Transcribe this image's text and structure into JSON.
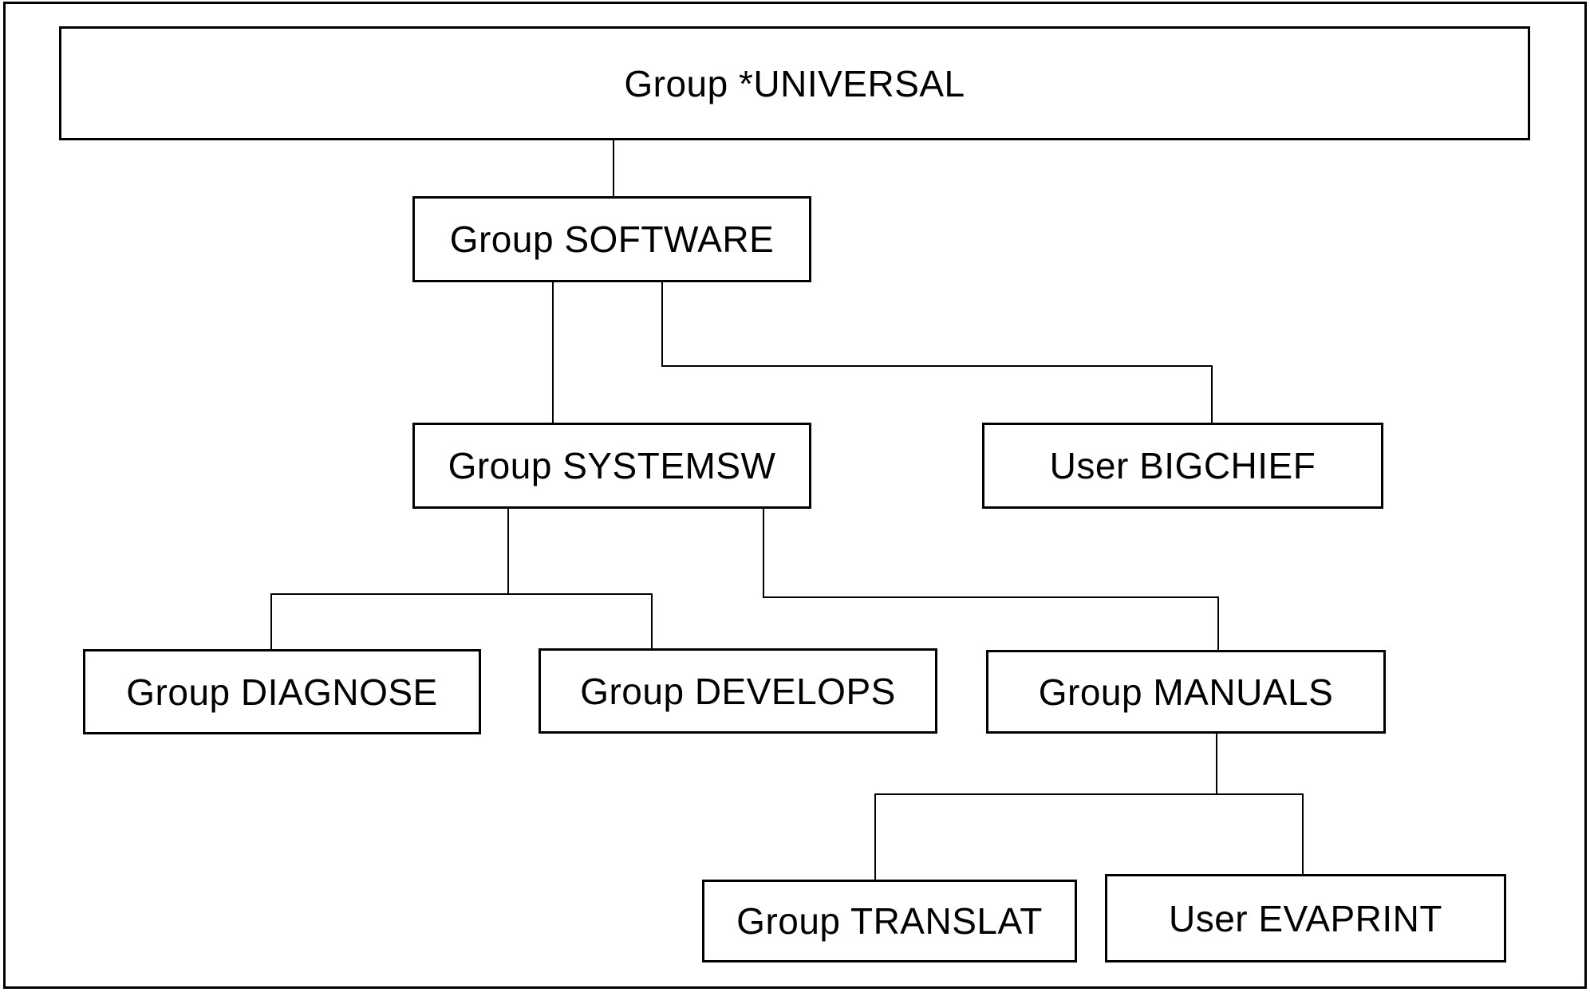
{
  "diagram": {
    "nodes": [
      {
        "label": "Group *UNIVERSAL"
      },
      {
        "label": "Group SOFTWARE"
      },
      {
        "label": "Group SYSTEMSW"
      },
      {
        "label": "User BIGCHIEF"
      },
      {
        "label": "Group DIAGNOSE"
      },
      {
        "label": "Group DEVELOPS"
      },
      {
        "label": "Group MANUALS"
      },
      {
        "label": "Group TRANSLAT"
      },
      {
        "label": "User EVAPRINT"
      }
    ],
    "hierarchy": {
      "Group *UNIVERSAL": [
        "Group SOFTWARE"
      ],
      "Group SOFTWARE": [
        "Group SYSTEMSW",
        "User BIGCHIEF"
      ],
      "Group SYSTEMSW": [
        "Group DIAGNOSE",
        "Group DEVELOPS",
        "Group MANUALS"
      ],
      "Group MANUALS": [
        "Group TRANSLAT",
        "User EVAPRINT"
      ]
    },
    "colors": {
      "line": "#000000",
      "background": "#ffffff",
      "text": "#000000"
    }
  }
}
